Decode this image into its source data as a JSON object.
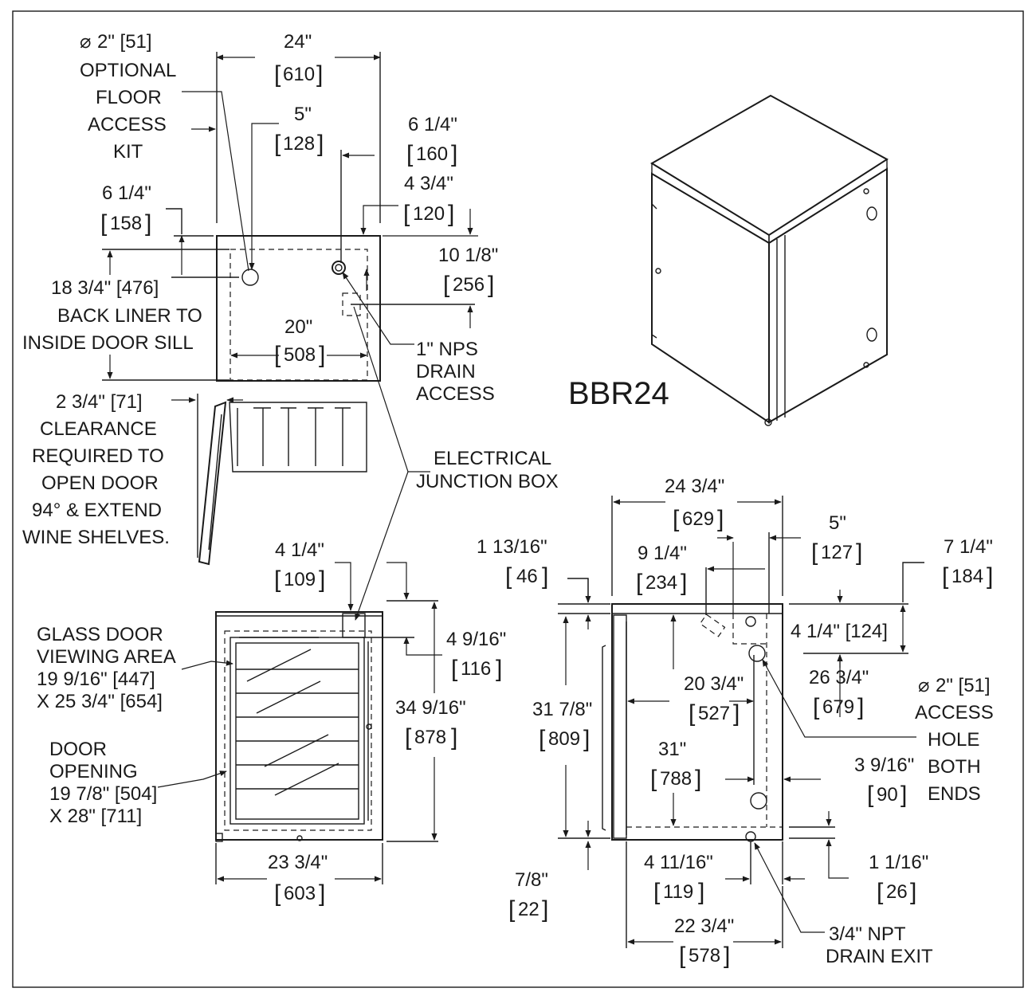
{
  "model": "BBR24",
  "top_view": {
    "width_in": "24\"",
    "width_mm": "610",
    "floor_access_dia": "2\" [51]",
    "floor_access_line1": "OPTIONAL",
    "floor_access_line2": "FLOOR",
    "floor_access_line3": "ACCESS",
    "floor_access_line4": "KIT",
    "floor_access_x_in": "5\"",
    "floor_access_x_mm": "128",
    "floor_access_y_in": "6 1/4\"",
    "floor_access_y_mm": "158",
    "drain_x_in": "6 1/4\"",
    "drain_x_mm": "160",
    "electrical_x_in": "4 3/4\"",
    "electrical_x_mm": "120",
    "drain_y_in": "10 1/8\"",
    "drain_y_mm": "256",
    "inner_width_in": "20\"",
    "inner_width_mm": "508",
    "depth_line1": "18 3/4\" [476]",
    "depth_line2": "BACK LINER TO",
    "depth_line3": "INSIDE DOOR SILL",
    "drain_line1": "1\" NPS",
    "drain_line2": "DRAIN",
    "drain_line3": "ACCESS",
    "clearance_line1": "2 3/4\" [71]",
    "clearance_line2": "CLEARANCE",
    "clearance_line3": "REQUIRED TO",
    "clearance_line4": "OPEN DOOR",
    "clearance_line5": "94° & EXTEND",
    "clearance_line6": "WINE SHELVES."
  },
  "electrical_line1": "ELECTRICAL",
  "electrical_line2": "JUNCTION BOX",
  "front_view": {
    "width_in": "23 3/4\"",
    "width_mm": "603",
    "height_in": "34 9/16\"",
    "height_mm": "878",
    "junction_x_in": "4 1/4\"",
    "junction_x_mm": "109",
    "junction_y_in": "4 9/16\"",
    "junction_y_mm": "116",
    "glass_line1": "GLASS DOOR",
    "glass_line2": "VIEWING AREA",
    "glass_line3": "19 9/16\" [447]",
    "glass_line4": "X 25 3/4\" [654]",
    "opening_line1": "DOOR",
    "opening_line2": "OPENING",
    "opening_line3": "19 7/8\" [504]",
    "opening_line4": "X 28\" [711]"
  },
  "side_view": {
    "depth_in": "24 3/4\"",
    "depth_mm": "629",
    "top_offset_in": "5\"",
    "top_offset_mm": "127",
    "back_offset_in": "9 1/4\"",
    "back_offset_mm": "234",
    "top_gap_in": "1 13/16\"",
    "top_gap_mm": "46",
    "access_y_in": "7 1/4\"",
    "access_y_mm": "184",
    "access_y2": "4 1/4\" [124]",
    "inner_height_in": "31 7/8\"",
    "inner_height_mm": "809",
    "inner_depth_in": "20 3/4\"",
    "inner_depth_mm": "527",
    "access_low_in": "26 3/4\"",
    "access_low_mm": "679",
    "height_in": "31\"",
    "height_mm": "788",
    "rear_gap_in": "3 9/16\"",
    "rear_gap_mm": "90",
    "access_hole_dia": "2\" [51]",
    "access_hole_line1": "ACCESS",
    "access_hole_line2": "HOLE",
    "access_hole_line3": "BOTH",
    "access_hole_line4": "ENDS",
    "bottom_gap_in": "7/8\"",
    "bottom_gap_mm": "22",
    "drain_x_in": "4 11/16\"",
    "drain_x_mm": "119",
    "drain_y_in": "1 1/16\"",
    "drain_y_mm": "26",
    "base_depth_in": "22 3/4\"",
    "base_depth_mm": "578",
    "drain_exit_line1": "3/4\" NPT",
    "drain_exit_line2": "DRAIN EXIT"
  }
}
